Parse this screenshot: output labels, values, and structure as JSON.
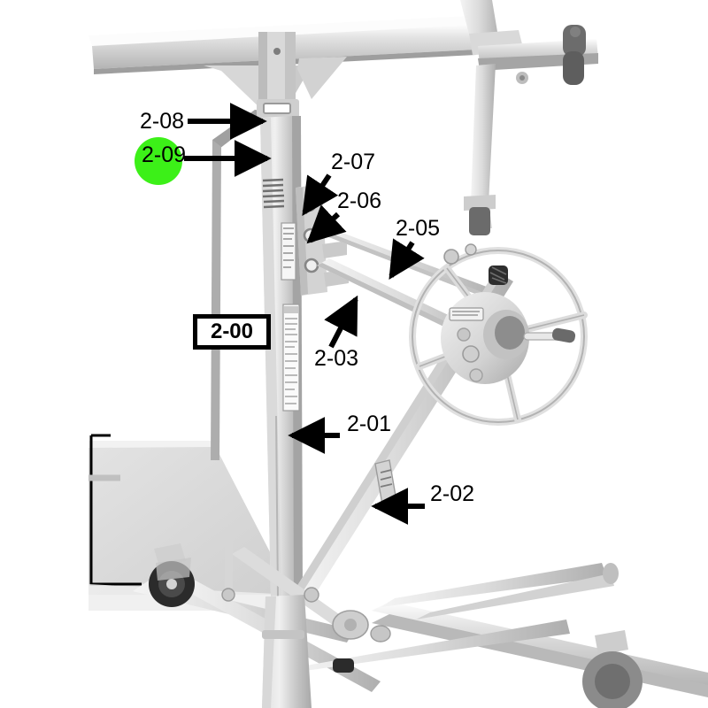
{
  "diagram": {
    "title": "Drywall Panel Lift Parts Diagram",
    "subject": "panel-lift",
    "background_color": "#ffffff",
    "highlight_color": "#3cf018",
    "line_color": "#000000",
    "metal_light": "#e9e9e9",
    "metal_mid": "#c9c9c9",
    "metal_dark": "#9a9a9a",
    "wheel_color": "#2b2b2b"
  },
  "callouts": [
    {
      "id": "2-08",
      "label": "2-08",
      "style": "plain",
      "arrow": "horizontal-right"
    },
    {
      "id": "2-09",
      "label": "2-09",
      "style": "highlighted",
      "arrow": "horizontal-right"
    },
    {
      "id": "2-07",
      "label": "2-07",
      "style": "plain",
      "arrow": "diagonal-down-left"
    },
    {
      "id": "2-06",
      "label": "2-06",
      "style": "plain",
      "arrow": "diagonal-down-left"
    },
    {
      "id": "2-05",
      "label": "2-05",
      "style": "plain",
      "arrow": "diagonal-down-left"
    },
    {
      "id": "2-03",
      "label": "2-03",
      "style": "plain",
      "arrow": "diagonal-up-right"
    },
    {
      "id": "2-01",
      "label": "2-01",
      "style": "plain",
      "arrow": "horizontal-left"
    },
    {
      "id": "2-02",
      "label": "2-02",
      "style": "plain",
      "arrow": "horizontal-left"
    },
    {
      "id": "2-00",
      "label": "2-00",
      "style": "boxed",
      "arrow": "none"
    }
  ],
  "parts": {
    "cradle_arm": "cradle-support-arm",
    "mast": "telescoping-mast",
    "winch_wheel": "winch-hand-wheel",
    "strut": "support-strut",
    "leg": "outrigger-leg",
    "caster": "caster-wheel",
    "panel": "drywall-panel",
    "strap": "lift-strap"
  }
}
